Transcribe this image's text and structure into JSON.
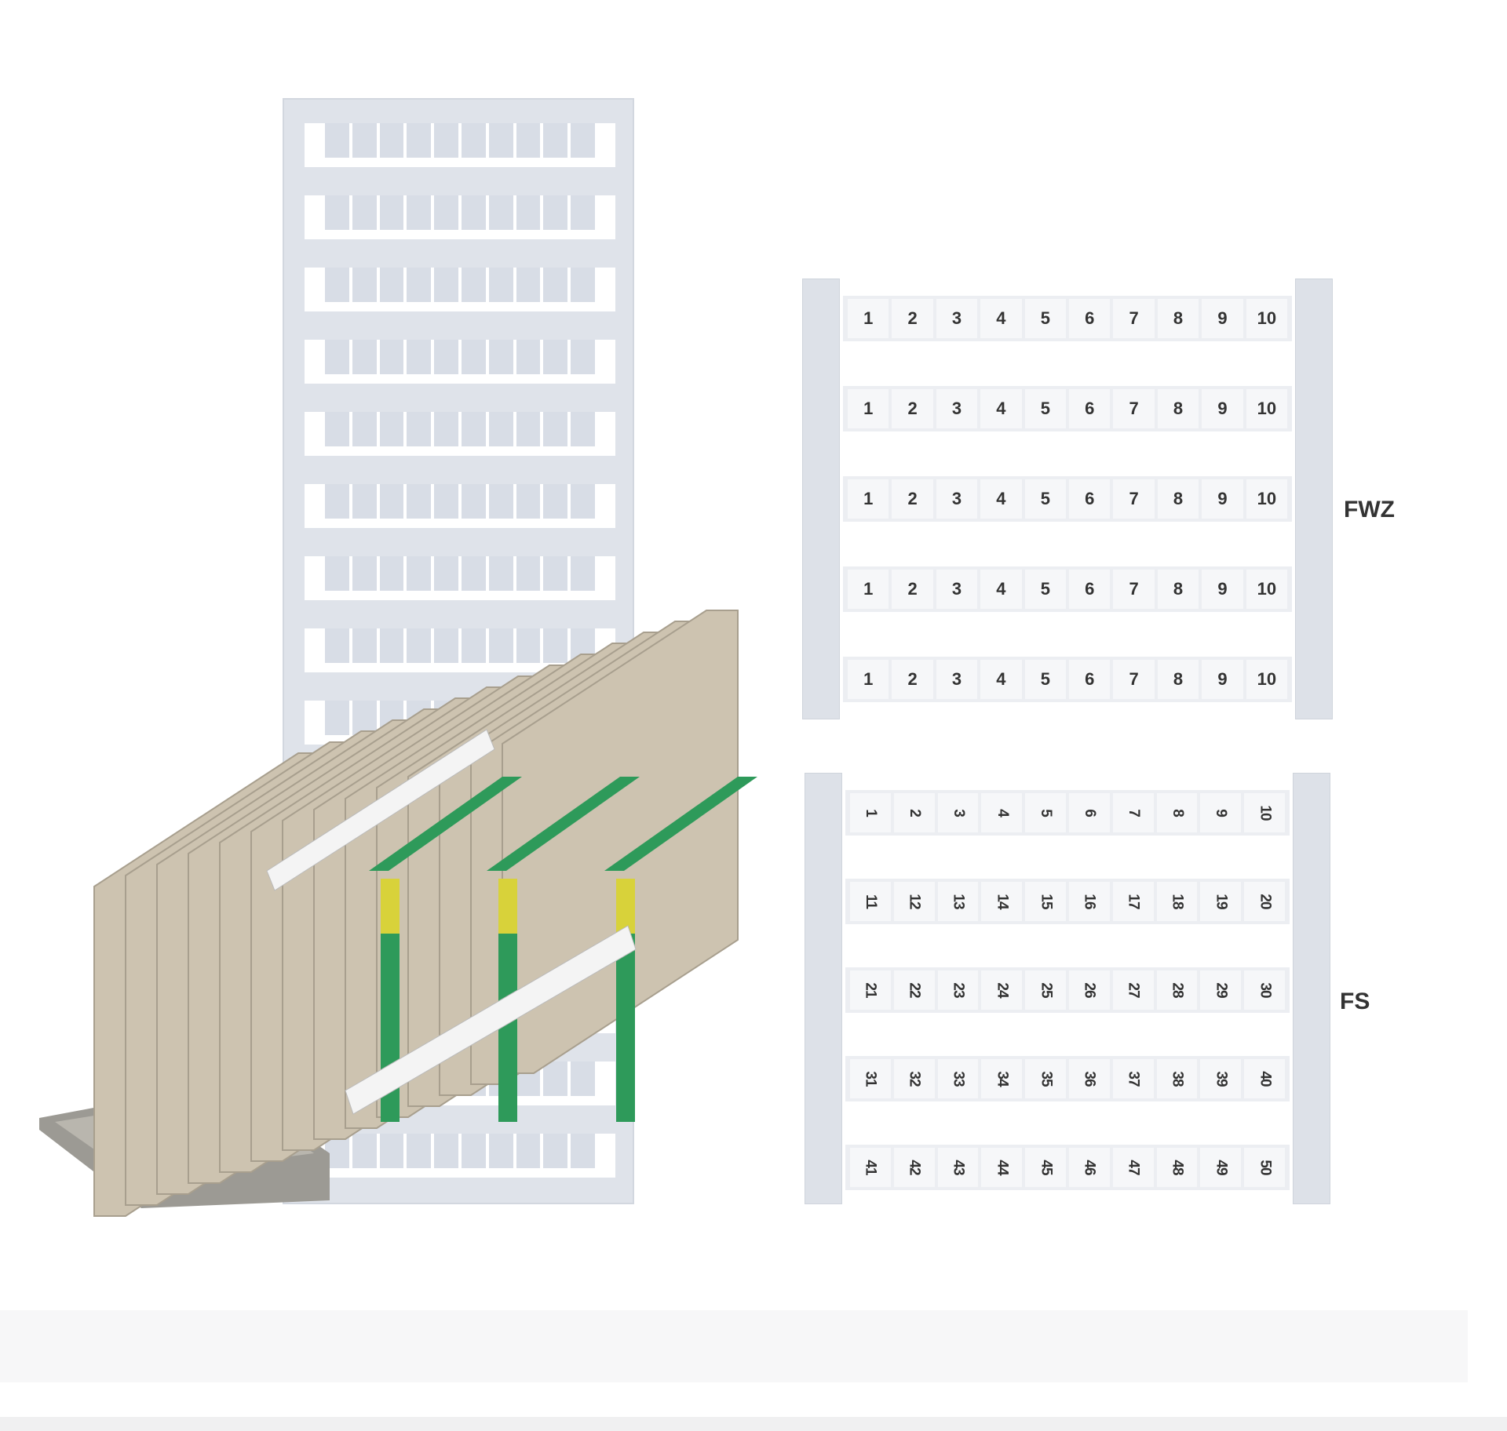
{
  "product_labels": {
    "fwz": "FWZ",
    "fs": "FS"
  },
  "fwz_rows": [
    [
      "1",
      "2",
      "3",
      "4",
      "5",
      "6",
      "7",
      "8",
      "9",
      "10"
    ],
    [
      "1",
      "2",
      "3",
      "4",
      "5",
      "6",
      "7",
      "8",
      "9",
      "10"
    ],
    [
      "1",
      "2",
      "3",
      "4",
      "5",
      "6",
      "7",
      "8",
      "9",
      "10"
    ],
    [
      "1",
      "2",
      "3",
      "4",
      "5",
      "6",
      "7",
      "8",
      "9",
      "10"
    ],
    [
      "1",
      "2",
      "3",
      "4",
      "5",
      "6",
      "7",
      "8",
      "9",
      "10"
    ]
  ],
  "fs_rows": [
    [
      "1",
      "2",
      "3",
      "4",
      "5",
      "6",
      "7",
      "8",
      "9",
      "10"
    ],
    [
      "11",
      "12",
      "13",
      "14",
      "15",
      "16",
      "17",
      "18",
      "19",
      "20"
    ],
    [
      "21",
      "22",
      "23",
      "24",
      "25",
      "26",
      "27",
      "28",
      "29",
      "30"
    ],
    [
      "31",
      "32",
      "33",
      "34",
      "35",
      "36",
      "37",
      "38",
      "39",
      "40"
    ],
    [
      "41",
      "42",
      "43",
      "44",
      "45",
      "46",
      "47",
      "48",
      "49",
      "50"
    ]
  ],
  "colors": {
    "terminal_body": "#cdc3b0",
    "earth_stripe": "#2e9a5a",
    "earth_yellow": "#d8d23a",
    "rail": "#9c9a94"
  }
}
